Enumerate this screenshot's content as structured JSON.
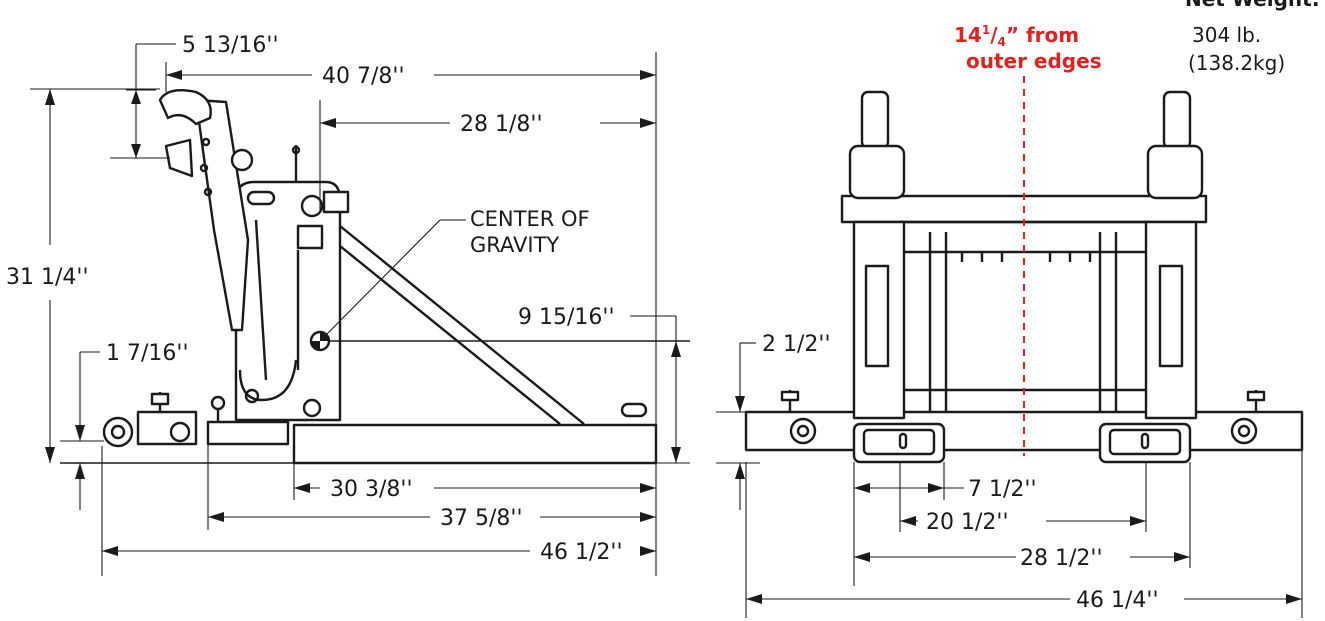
{
  "colors": {
    "ink": "#1a1a1a",
    "accent_red": "#e0211d",
    "background": "#ffffff"
  },
  "weight": {
    "label": "Net Weight:",
    "value_lb": "304 lb.",
    "value_kg": "(138.2kg)"
  },
  "center_line_note": {
    "line1": "14",
    "sup": "1",
    "sub": "4",
    "line1_suffix": "” from",
    "line2": "outer edges"
  },
  "cog": {
    "line1": "CENTER OF",
    "line2": "GRAVITY"
  },
  "side_view_dims": {
    "hook_offset": "5 13/16''",
    "overall_top": "40 7/8''",
    "mast_to_end": "28 1/8''",
    "overall_height": "31 1/4''",
    "cog_height": "9 15/16''",
    "wheel_height": "1 7/16''",
    "base_length": "30 3/8''",
    "frame_length": "37 5/8''",
    "overall_length": "46 1/2''"
  },
  "front_view_dims": {
    "rail_height": "2 1/2''",
    "pad_width": "7 1/2''",
    "pad_inner": "20 1/2''",
    "pad_outer": "28 1/2''",
    "overall_width": "46 1/4''"
  }
}
